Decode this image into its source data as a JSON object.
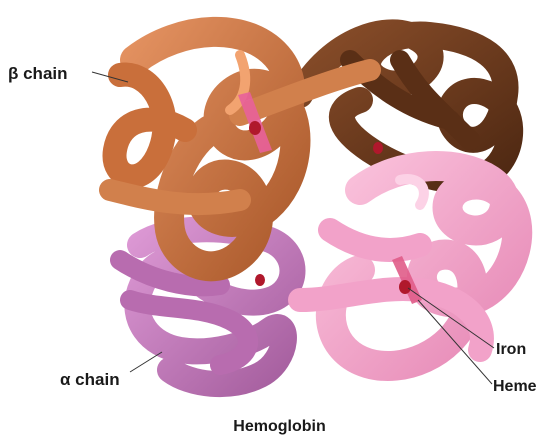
{
  "diagram": {
    "caption": "Hemoglobin",
    "labels": {
      "beta": "β chain",
      "alpha": "α chain",
      "iron": "Iron",
      "heme": "Heme"
    },
    "colors": {
      "beta_chain_front": "#c9743f",
      "beta_chain_back": "#6b3a1e",
      "alpha_chain_left": "#c77bc0",
      "alpha_chain_right": "#f2a2c9",
      "heme": "#e05c88",
      "iron": "#b0182c"
    }
  }
}
